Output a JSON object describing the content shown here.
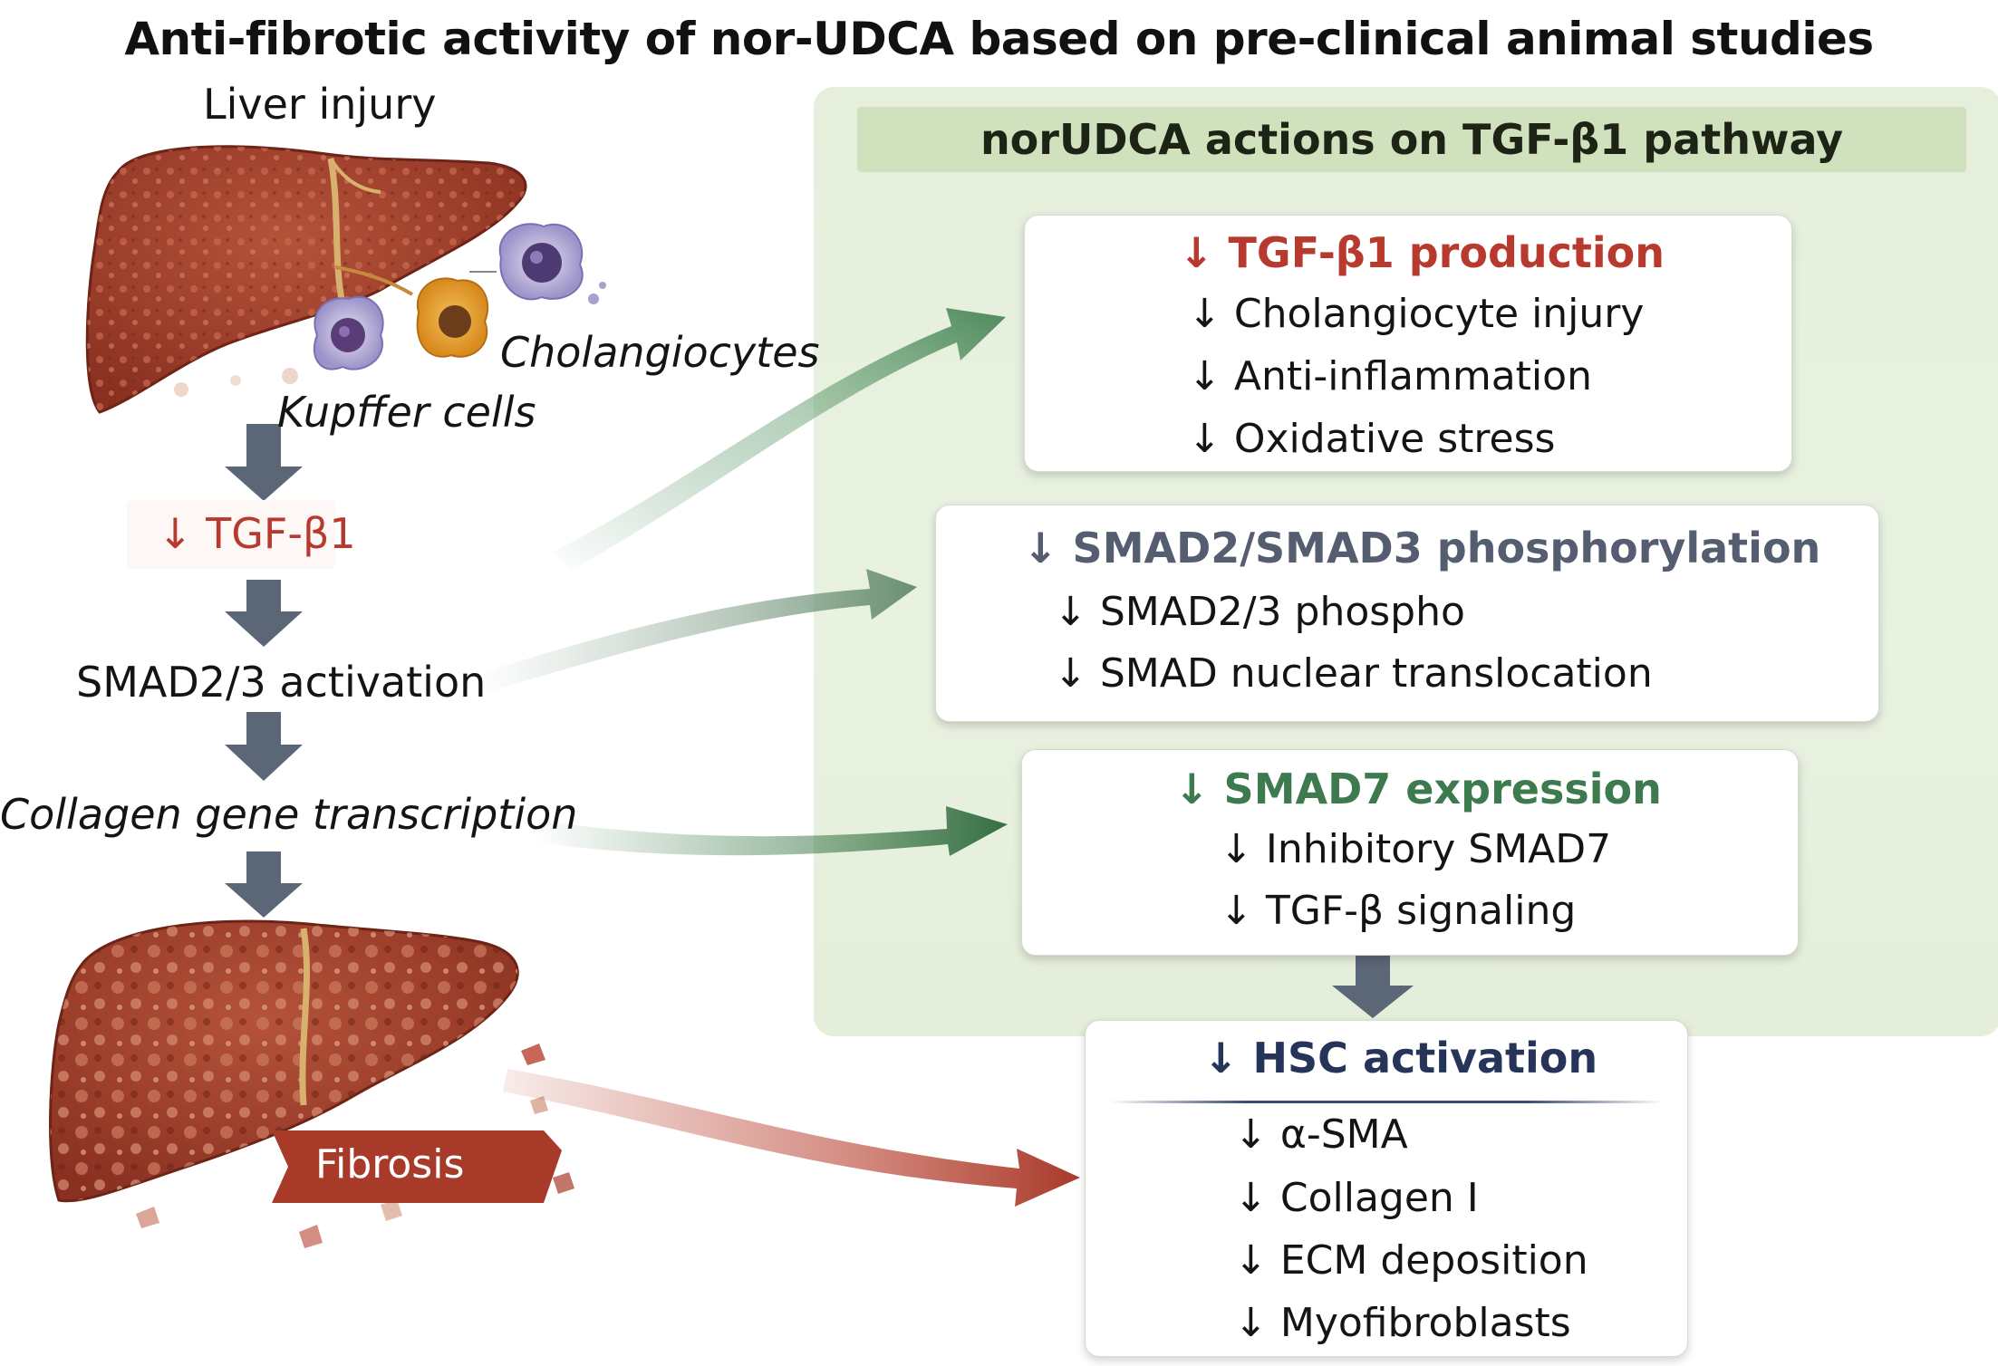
{
  "title": "Anti-fibrotic activity of nor-UDCA based on pre-clinical animal studies",
  "left_flow": {
    "liver_injury_label": "Liver injury",
    "cholangiocytes_label": "Cholangiocytes",
    "kupffer_label": "Kupffer cells",
    "tgf_label": "↓ TGF-β1",
    "smad_label": "SMAD2/3 activation",
    "collagen_label": "Collagen gene transcription",
    "fibrosis_label": "Fibrosis"
  },
  "panel": {
    "header": "norUDCA actions on TGF-β1 pathway",
    "cards": [
      {
        "title": "↓ TGF-β1 production",
        "title_color": "#b83a2e",
        "items": [
          "↓ Cholangiocyte injury",
          "↓ Anti-inflammation",
          "↓ Oxidative stress"
        ]
      },
      {
        "title": "↓ SMAD2/SMAD3 phosphorylation",
        "title_color": "#555d70",
        "items": [
          "↓ SMAD2/3 phospho",
          "↓ SMAD nuclear translocation"
        ]
      },
      {
        "title": "↓ SMAD7 expression",
        "title_color": "#3d7a4e",
        "items": [
          "↓ Inhibitory SMAD7",
          "↓ TGF-β signaling"
        ]
      }
    ]
  },
  "hsc": {
    "title": "↓ HSC activation",
    "title_color": "#253458",
    "items": [
      "↓ α-SMA",
      "↓ Collagen I",
      "↓ ECM deposition",
      "↓ Myofibroblasts"
    ]
  },
  "colors": {
    "flow_arrow": "#5b6677",
    "liver": "#a8412c",
    "green_arrow": "#4e8a5c",
    "red_arrow": "#b8412f",
    "panel_bg": "#e7f0de",
    "panel_header_bg": "#cfe2bd"
  }
}
